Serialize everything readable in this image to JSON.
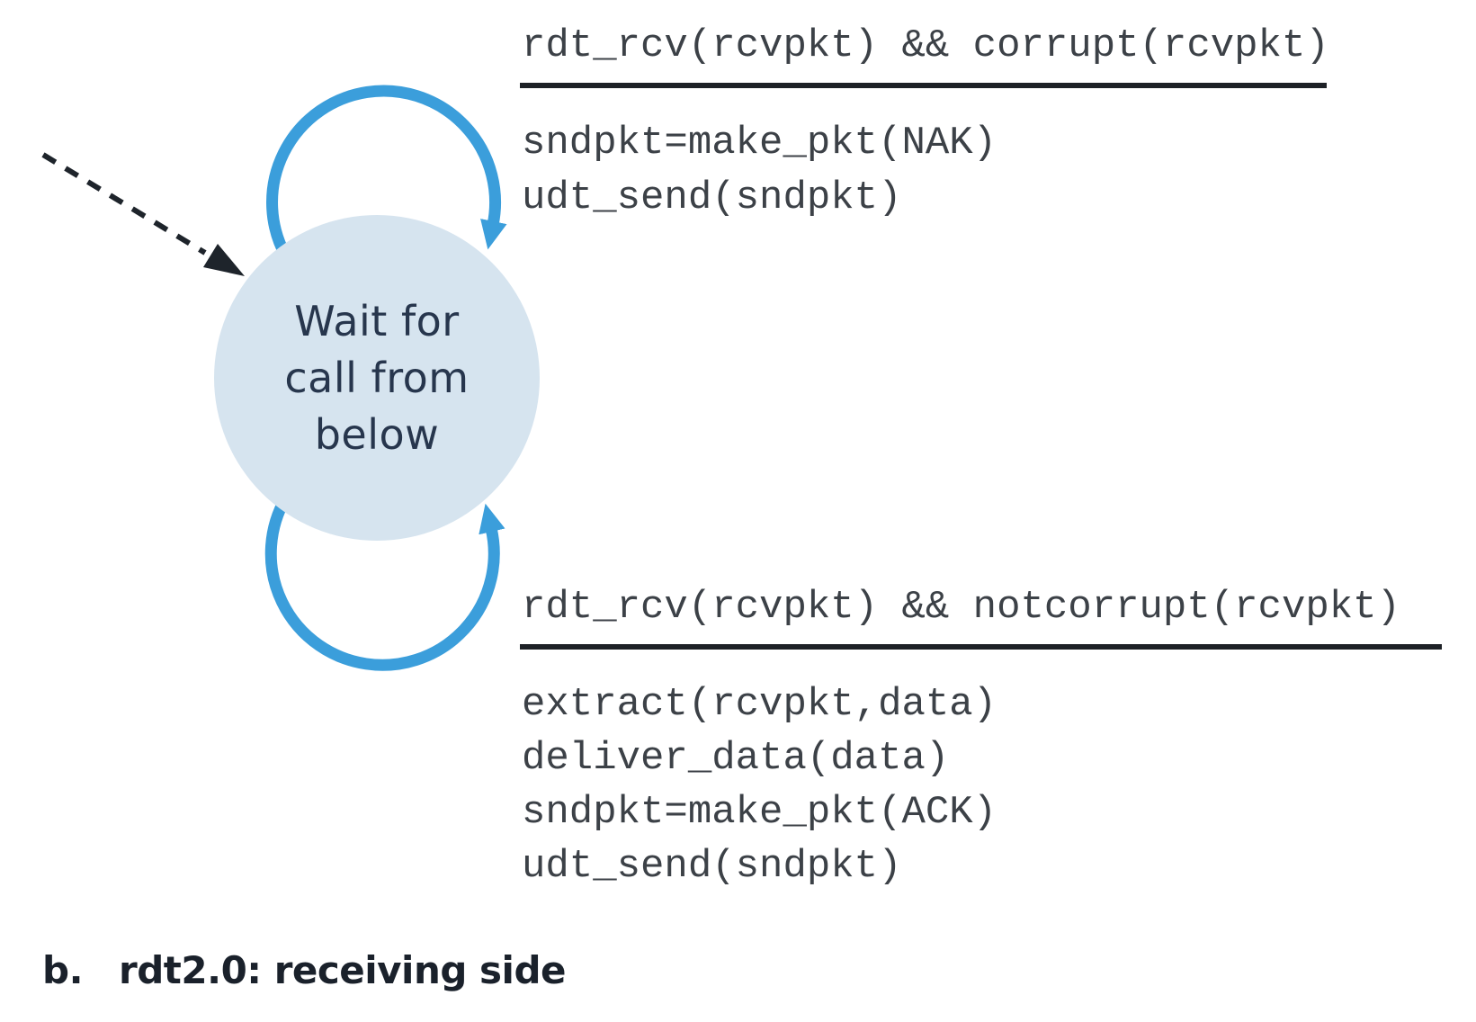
{
  "figure": {
    "caption": {
      "index": "b.",
      "title": "rdt2.0: receiving side"
    },
    "state": {
      "lines": [
        "Wait for",
        "call from",
        "below"
      ]
    },
    "transitions": {
      "top": {
        "event": "rdt_rcv(rcvpkt) && corrupt(rcvpkt)",
        "actions": [
          "sndpkt=make_pkt(NAK)",
          "udt_send(sndpkt)"
        ]
      },
      "bottom": {
        "event": "rdt_rcv(rcvpkt) && notcorrupt(rcvpkt)",
        "actions": [
          "extract(rcvpkt,data)",
          "deliver_data(data)",
          "sndpkt=make_pkt(ACK)",
          "udt_send(sndpkt)"
        ]
      }
    },
    "colors": {
      "loop_blue": "#3b9edb",
      "state_fill": "#d6e4ef",
      "state_text": "#27364d",
      "code_text": "#3c4147",
      "rule_black": "#1d2126",
      "arrow_black": "#1e242b"
    }
  }
}
